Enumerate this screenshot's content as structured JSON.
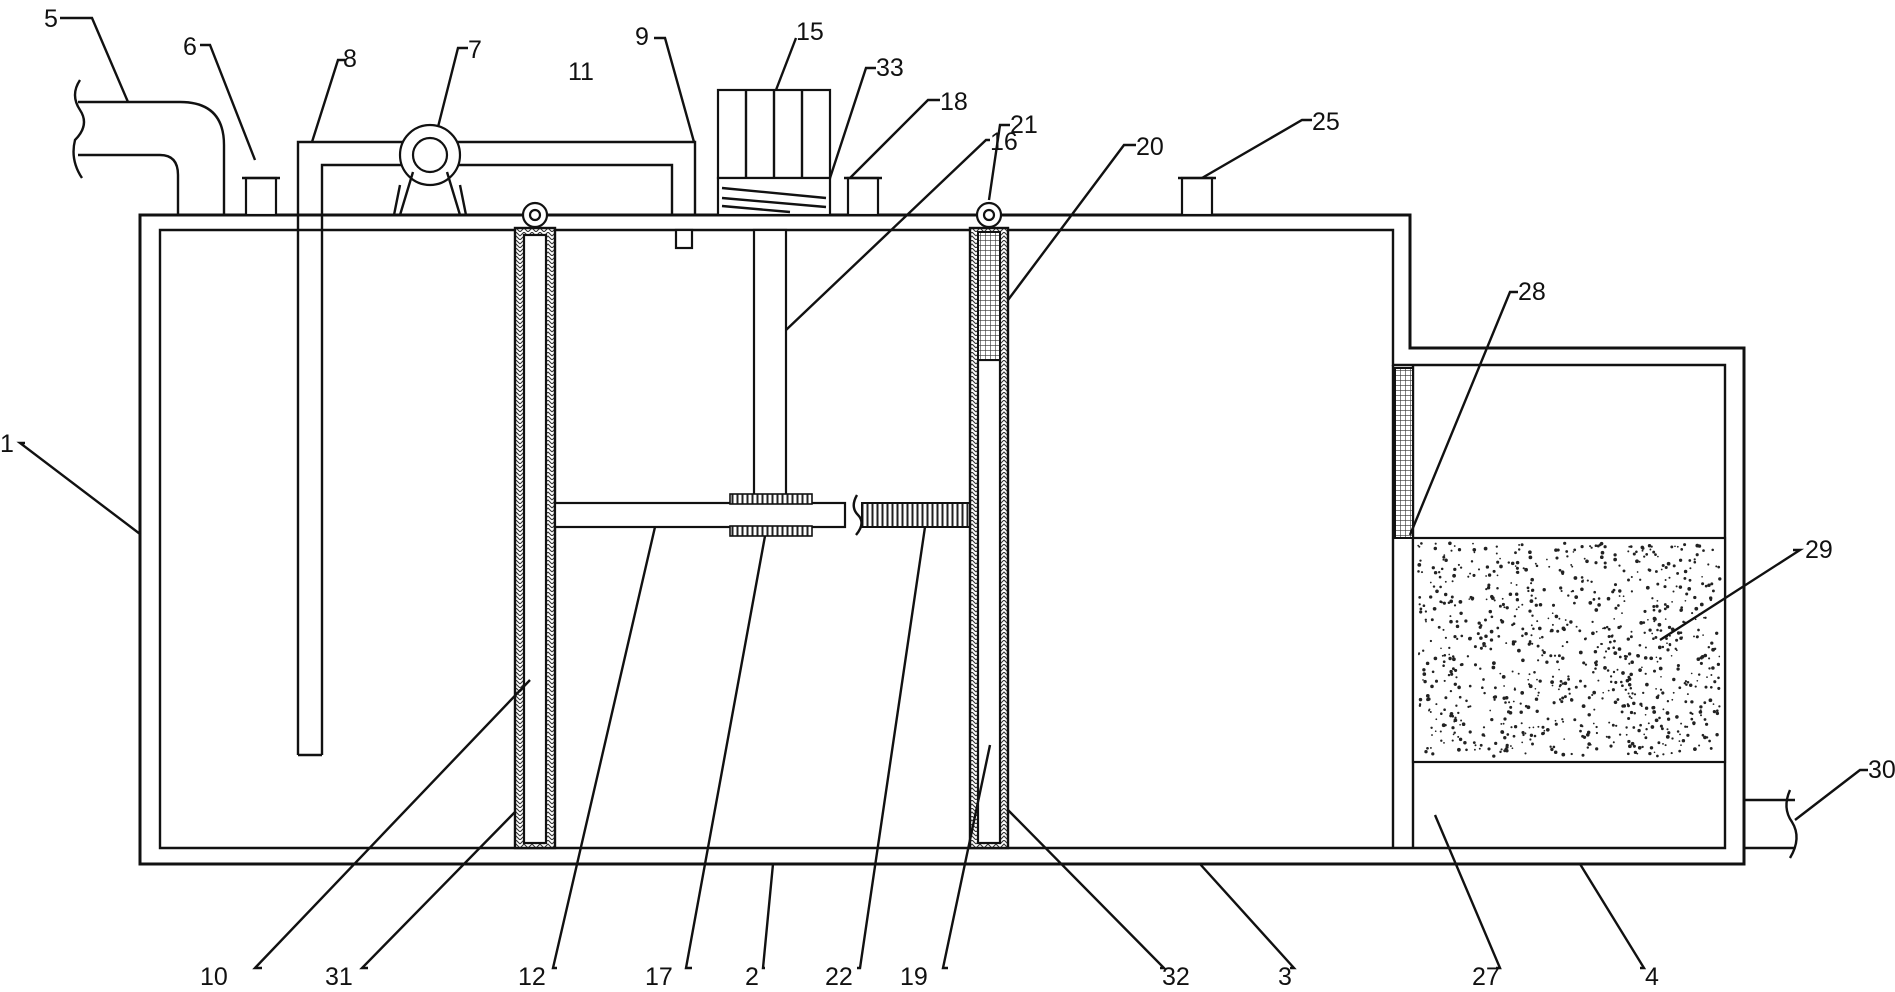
{
  "labels": {
    "l1": "1",
    "l2": "2",
    "l3": "3",
    "l4": "4",
    "l5": "5",
    "l6": "6",
    "l7": "7",
    "l8": "8",
    "l9": "9",
    "l10": "10",
    "l11": "11",
    "l12": "12",
    "l15": "15",
    "l16": "16",
    "l17": "17",
    "l18": "18",
    "l19": "19",
    "l20": "20",
    "l21": "21",
    "l22": "22",
    "l25": "25",
    "l27": "27",
    "l28": "28",
    "l29": "29",
    "l30": "30",
    "l31": "31",
    "l32": "32",
    "l33": "33"
  },
  "colors": {
    "line": "#111111",
    "background": "#ffffff",
    "hatch": "#555555"
  }
}
